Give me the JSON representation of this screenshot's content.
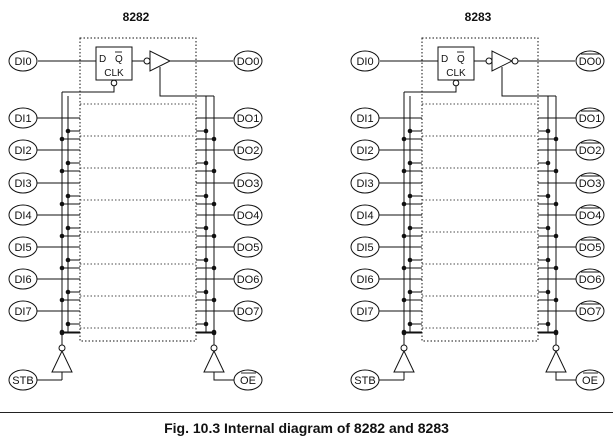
{
  "diagrams": [
    {
      "title": "8282",
      "inputs": [
        "DI0",
        "DI1",
        "DI2",
        "DI3",
        "DI4",
        "DI5",
        "DI6",
        "DI7"
      ],
      "outputs": [
        "DO0",
        "DO1",
        "DO2",
        "DO3",
        "DO4",
        "DO5",
        "DO6",
        "DO7"
      ],
      "outputs_inverted": false,
      "strobe": "STB",
      "enable": "OE",
      "enable_overbar": true
    },
    {
      "title": "8283",
      "inputs": [
        "DI0",
        "DI1",
        "DI2",
        "DI3",
        "DI4",
        "DI5",
        "DI6",
        "DI7"
      ],
      "outputs": [
        "DO0",
        "DO1",
        "DO2",
        "DO3",
        "DO4",
        "DO5",
        "DO6",
        "DO7"
      ],
      "outputs_inverted": true,
      "strobe": "STB",
      "enable": "OE",
      "enable_overbar": true
    }
  ],
  "flipflop": {
    "d_label": "D",
    "q_label": "Q",
    "clk_label": "CLK"
  },
  "caption": "Fig. 10.3 Internal diagram of 8282 and 8283"
}
